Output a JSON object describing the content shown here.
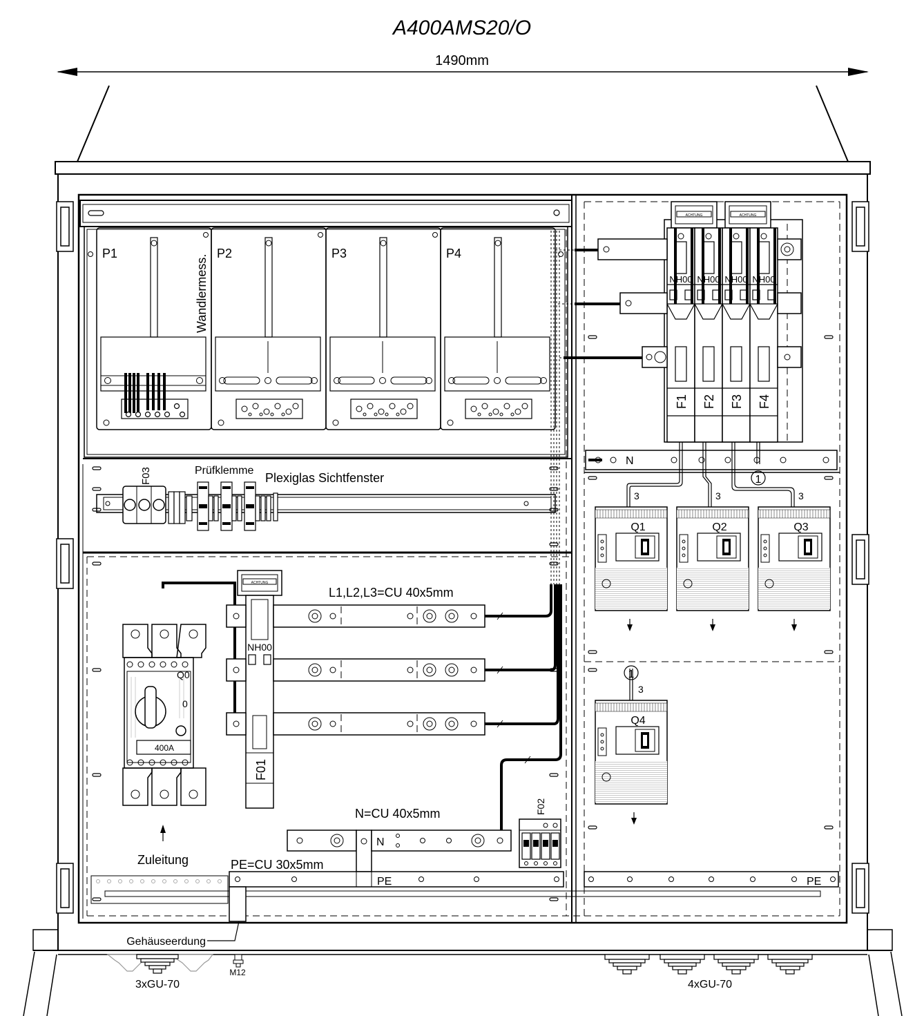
{
  "title": "A400AMS20/O",
  "dimension": "1490mm",
  "meters": {
    "labels": [
      "P1",
      "P2",
      "P3",
      "P4"
    ],
    "note": "Wandlermess."
  },
  "din_rail": {
    "f03": "F03",
    "pruefklemme": "Prüfklemme",
    "window": "Plexiglas Sichtfenster"
  },
  "main_switch": {
    "label": "Q0",
    "zero": "0",
    "rating": "400A",
    "supply": "Zuleitung"
  },
  "fuse_f01": {
    "nh": "NH00",
    "label": "F01",
    "warning": "ACHTUNG"
  },
  "busbars": {
    "phases": "L1,L2,L3=CU 40x5mm",
    "neutral": "N=CU 40x5mm",
    "neutral_mark": "N",
    "pe": "PE=CU 30x5mm",
    "pe_mark": "PE"
  },
  "surge": "F02",
  "fuse_strip": {
    "nh": "NH00",
    "fuses": [
      "F1",
      "F2",
      "F3",
      "F4"
    ],
    "warning": "ACHTUNG"
  },
  "right_neutral": "N",
  "right_pe": "PE",
  "circle_ref": "1",
  "breakers": {
    "labels": [
      "Q1",
      "Q2",
      "Q3",
      "Q4"
    ],
    "poles": "3"
  },
  "earthing": "Gehäuseerdung",
  "bolt": "M12",
  "glands_left": "3xGU-70",
  "glands_right": "4xGU-70"
}
